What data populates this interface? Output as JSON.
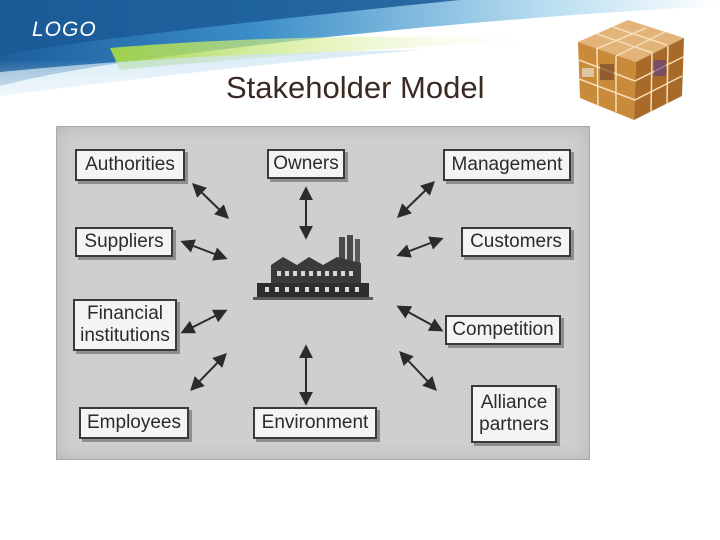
{
  "header": {
    "logo": "LOGO",
    "title": "Stakeholder Model"
  },
  "diagram": {
    "nodes": {
      "authorities": "Authorities",
      "owners": "Owners",
      "management": "Management",
      "suppliers": "Suppliers",
      "customers": "Customers",
      "financial": "Financial\ninstitutions",
      "competition": "Competition",
      "employees": "Employees",
      "environment": "Environment",
      "alliance": "Alliance\npartners"
    },
    "center_icon": "factory-icon"
  },
  "colors": {
    "banner_blue": "#1f6fae",
    "banner_light": "#8fc8e8",
    "title": "#3a2a22",
    "panel": "#cfcfcf",
    "node_border": "#3a3a3a",
    "cube_orange": "#c98a3a"
  }
}
